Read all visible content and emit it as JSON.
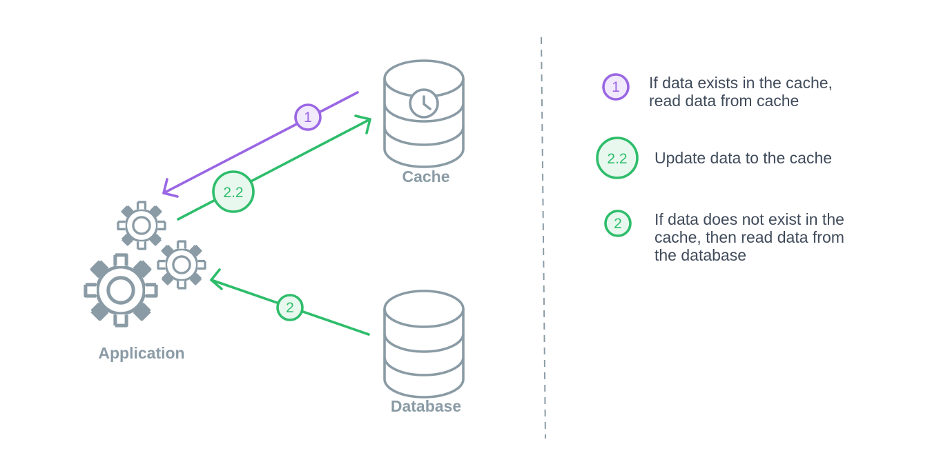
{
  "colors": {
    "icon_stroke": "#8a9ba5",
    "purple": "#9a66e4",
    "purple_fill": "#f1e9fc",
    "green": "#2ebd6b",
    "green_fill": "#e8f8ee",
    "divider": "#8a9ba5",
    "text": "#3f4a5a"
  },
  "nodes": {
    "cache": {
      "label": "Cache",
      "icon": "database-clock-icon"
    },
    "database": {
      "label": "Database",
      "icon": "database-icon"
    },
    "application": {
      "label": "Application",
      "icon": "gears-icon"
    }
  },
  "arrows": {
    "read_cache": {
      "badge": "1",
      "color": "purple"
    },
    "update_cache": {
      "badge": "2.2",
      "color": "green"
    },
    "read_database": {
      "badge": "2",
      "color": "green"
    }
  },
  "legend": [
    {
      "badge": "1",
      "color": "purple",
      "lines": [
        "If data exists in the cache,",
        "read data from cache"
      ]
    },
    {
      "badge": "2.2",
      "color": "green",
      "lines": [
        "Update data to the cache"
      ]
    },
    {
      "badge": "2",
      "color": "green",
      "lines": [
        "If data does not exist in the",
        "cache, then read data from",
        "the database"
      ]
    }
  ]
}
